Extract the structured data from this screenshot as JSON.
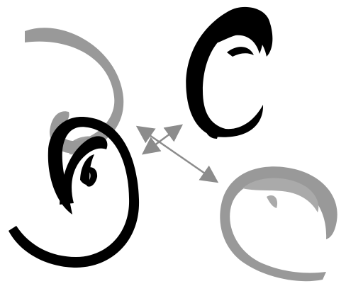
{
  "figure": {
    "description_visible_text": "",
    "colors": {
      "background": "#ffffff",
      "black_form": "#000000",
      "gray_form": "#999999",
      "light_gray_inner": "#aaaaaa",
      "arrow": "#8c8c8c"
    },
    "shapes": [
      {
        "name": "gray-curl-top-left",
        "color_key": "gray_form"
      },
      {
        "name": "black-curl-bottom-left",
        "color_key": "black_form"
      },
      {
        "name": "black-curl-top-right",
        "color_key": "black_form"
      },
      {
        "name": "gray-curl-bottom-right",
        "color_key": "gray_form"
      }
    ],
    "arrows": [
      {
        "name": "double-arrow-short",
        "color_key": "arrow"
      },
      {
        "name": "double-arrow-long",
        "color_key": "arrow"
      }
    ]
  }
}
